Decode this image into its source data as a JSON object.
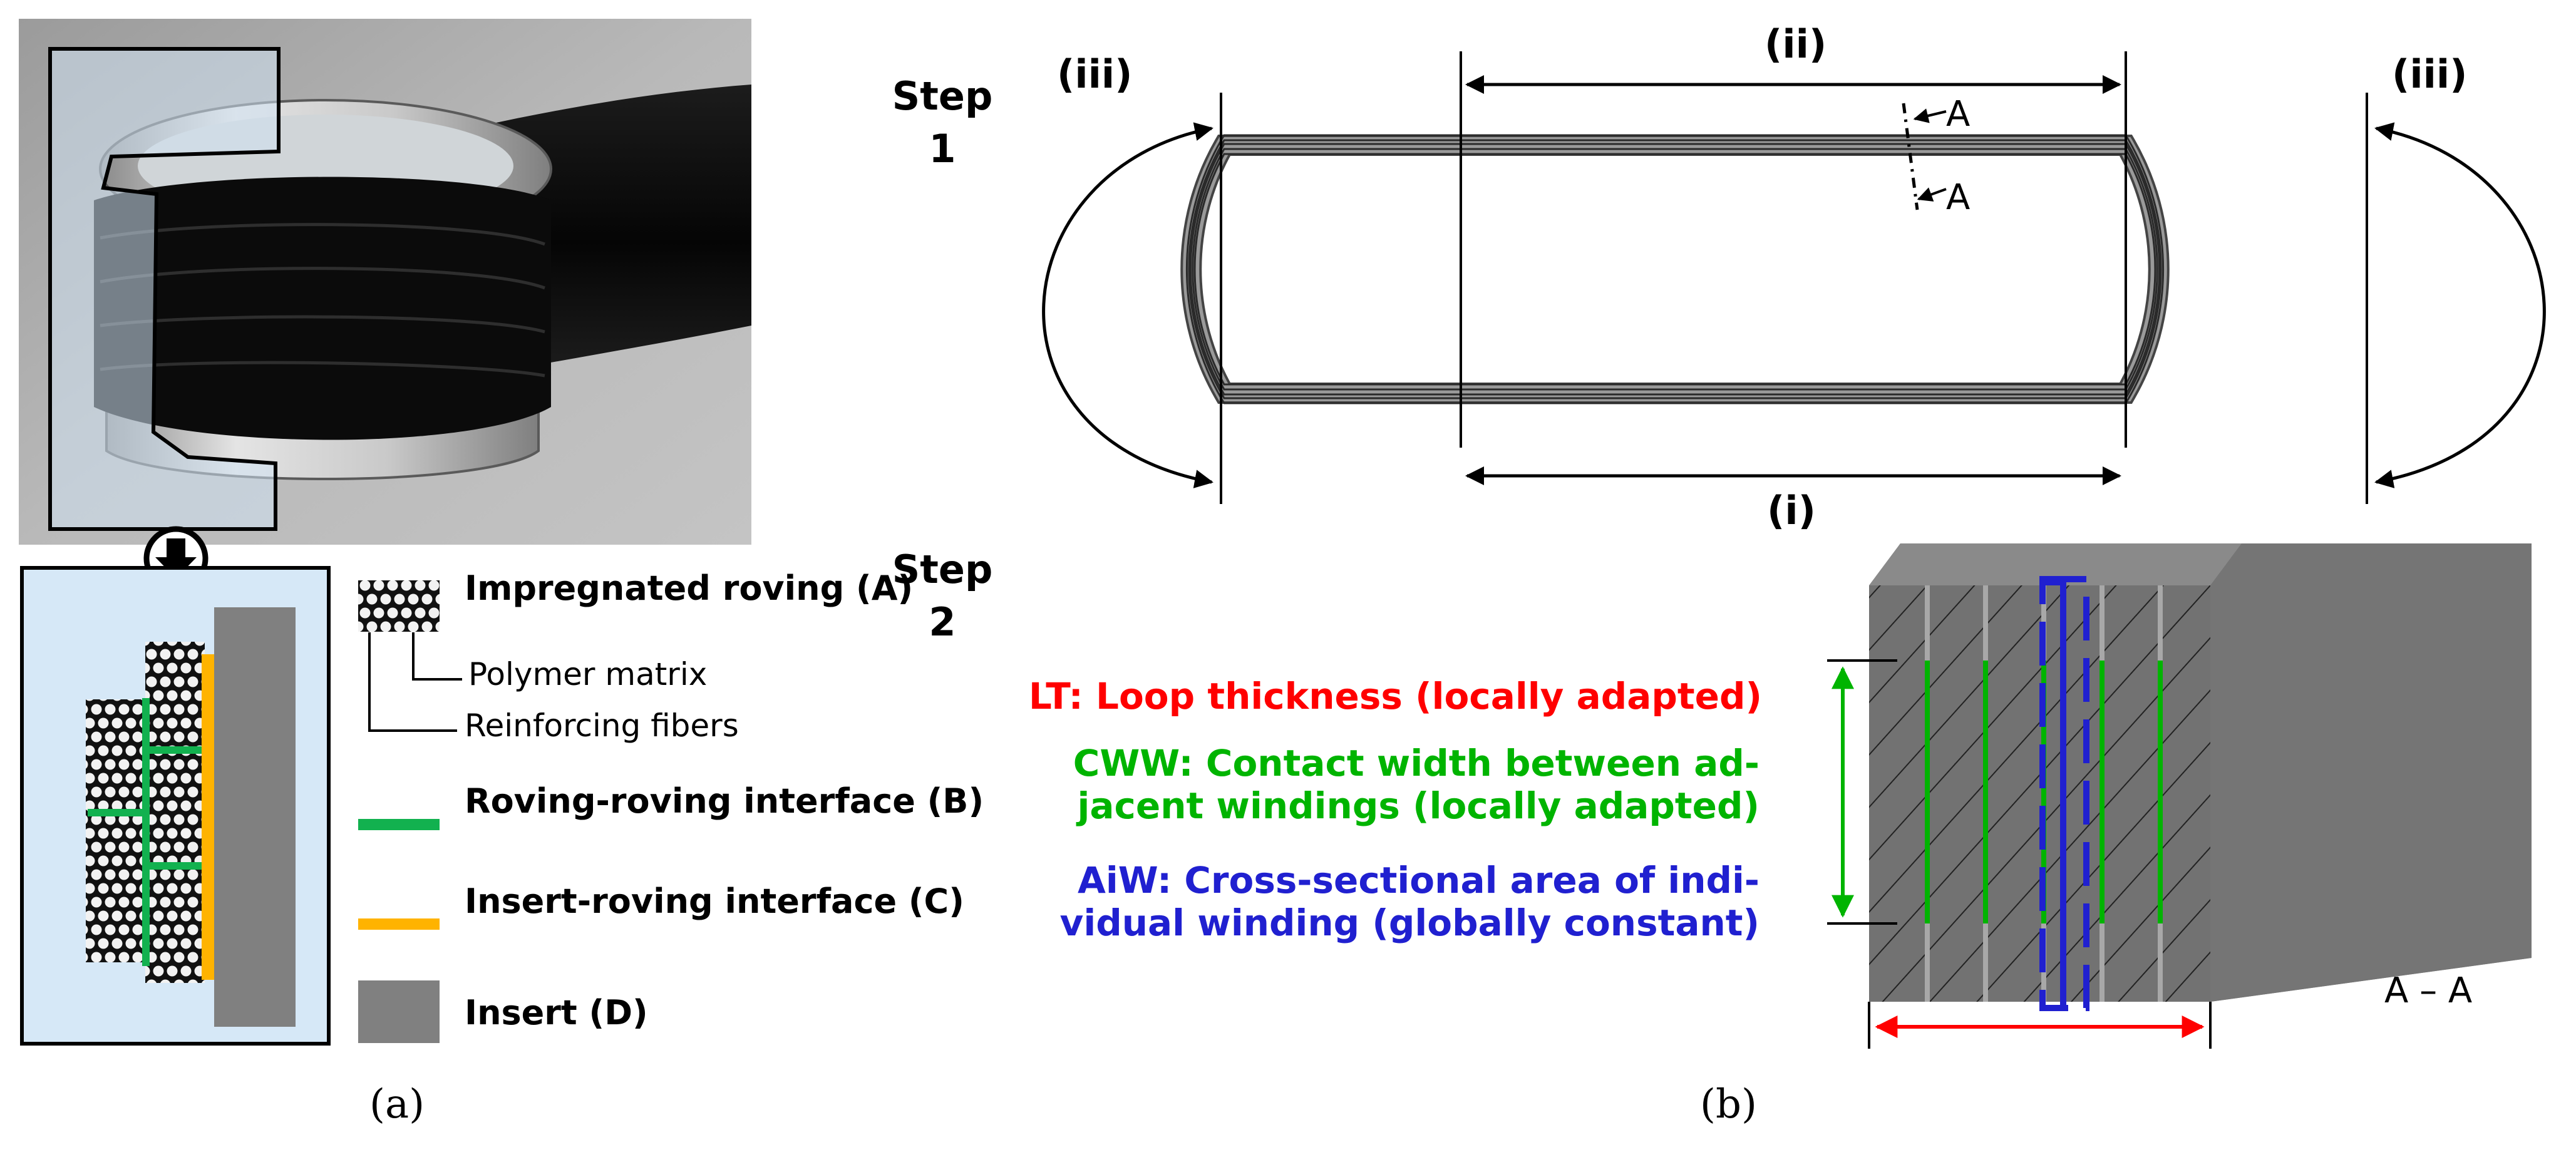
{
  "panel_a": {
    "caption": "(a)",
    "legend": {
      "impregnated_roving": "Impregnated roving (A)",
      "polymer_matrix": "Polymer matrix",
      "reinforcing_fibers": "Reinforcing fibers",
      "roving_interface": "Roving-roving interface (B)",
      "insert_interface": "Insert-roving interface (C)",
      "insert": "Insert (D)"
    },
    "colors": {
      "background_box": "#d6e8f7",
      "roving_roving_interface": "#12b14f",
      "insert_roving_interface": "#ffb300",
      "insert": "#808080"
    }
  },
  "panel_b": {
    "caption": "(b)",
    "step1": "Step 1",
    "step2": "Step 2",
    "labels": {
      "i": "(i)",
      "ii": "(ii)",
      "iii_left": "(iii)",
      "iii_right": "(iii)",
      "section_a_top": "A",
      "section_a_bottom": "A",
      "section_view": "A – A"
    },
    "definitions": {
      "lt": "LT: Loop thickness (locally adapted)",
      "cww": "CWW: Contact width between ad-jacent windings (locally adapted)",
      "aiw": "AiW: Cross-sectional area of indi-vidual winding (globally constant)"
    },
    "colors": {
      "lt": "#ff0000",
      "cww": "#00b400",
      "aiw": "#2020d0"
    }
  }
}
